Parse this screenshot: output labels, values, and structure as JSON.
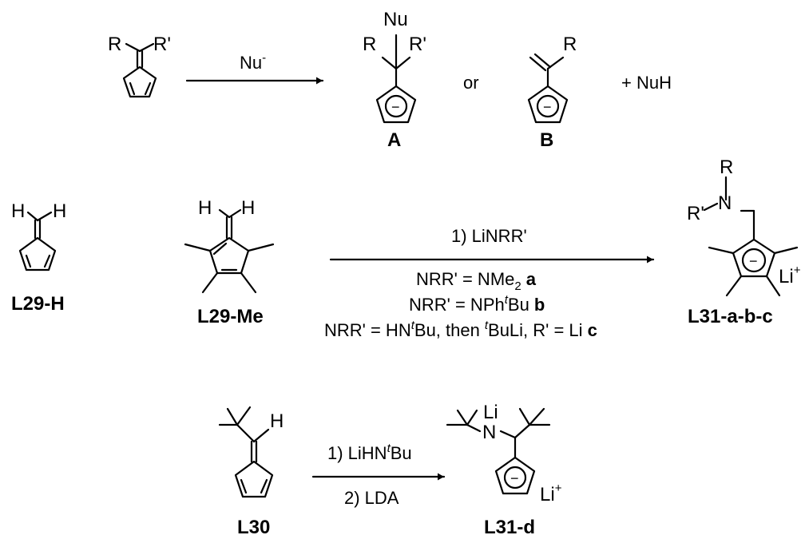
{
  "atoms": {
    "r": "R",
    "rp": "R'",
    "rp2": "R'",
    "nu": "Nu",
    "nu_reagent": "Nu",
    "neg": "-",
    "minus": "−",
    "h": "H",
    "n": "N",
    "li": "Li",
    "plus": "+"
  },
  "scheme": {
    "or_text": "or",
    "nuh_text": "+ NuH",
    "label_A": "A",
    "label_B": "B",
    "label_L29H": "L29-H",
    "label_L29Me": "L29-Me",
    "label_L31abc": "L31-a-b-c",
    "label_L30": "L30",
    "label_L31d": "L31-d"
  },
  "conditions": {
    "step1_row2": "1) LiNRR'",
    "a_text": "NRR' = NMe",
    "a_sub": "2",
    "a_bold": "a",
    "b_text": "NRR' = NPh",
    "b_sup": "t",
    "b_rest": "Bu",
    "b_bold": "b",
    "c_text": "NRR' = HN",
    "c_sup": "t",
    "c_mid": "Bu, then",
    "c_sup2": "t",
    "c_rest": "BuLi, R' = Li",
    "c_bold": "c",
    "step1_row3": "1) LiHN",
    "step1_row3_sup": "t",
    "step1_row3_rest": "Bu",
    "step2_row3": "2) LDA"
  }
}
